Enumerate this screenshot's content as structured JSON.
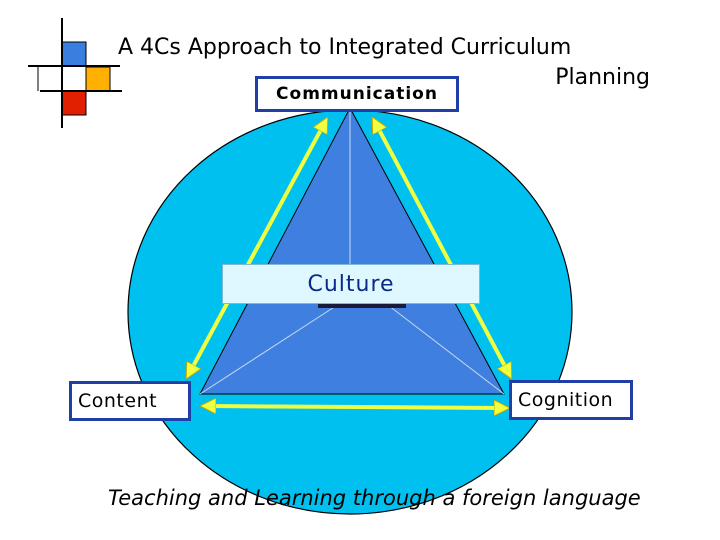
{
  "title": {
    "line1": "A 4Cs Approach to Integrated Curriculum",
    "line2": "Planning"
  },
  "nodes": {
    "communication": "Communication",
    "culture": "Culture",
    "content": "Content",
    "cognition": "Cognition"
  },
  "caption": "Teaching and Learning through a foreign language",
  "colors": {
    "circle_fill": "#00c0f0",
    "triangle_fill": "#3f7fe0",
    "arrow_color": "#f0ff40",
    "box_border": "#1f3fa6",
    "deco_blue": "#3a7fe0",
    "deco_orange": "#ffb000",
    "deco_red": "#e02000"
  },
  "icons": {
    "logo": "colored-grid-squares"
  }
}
